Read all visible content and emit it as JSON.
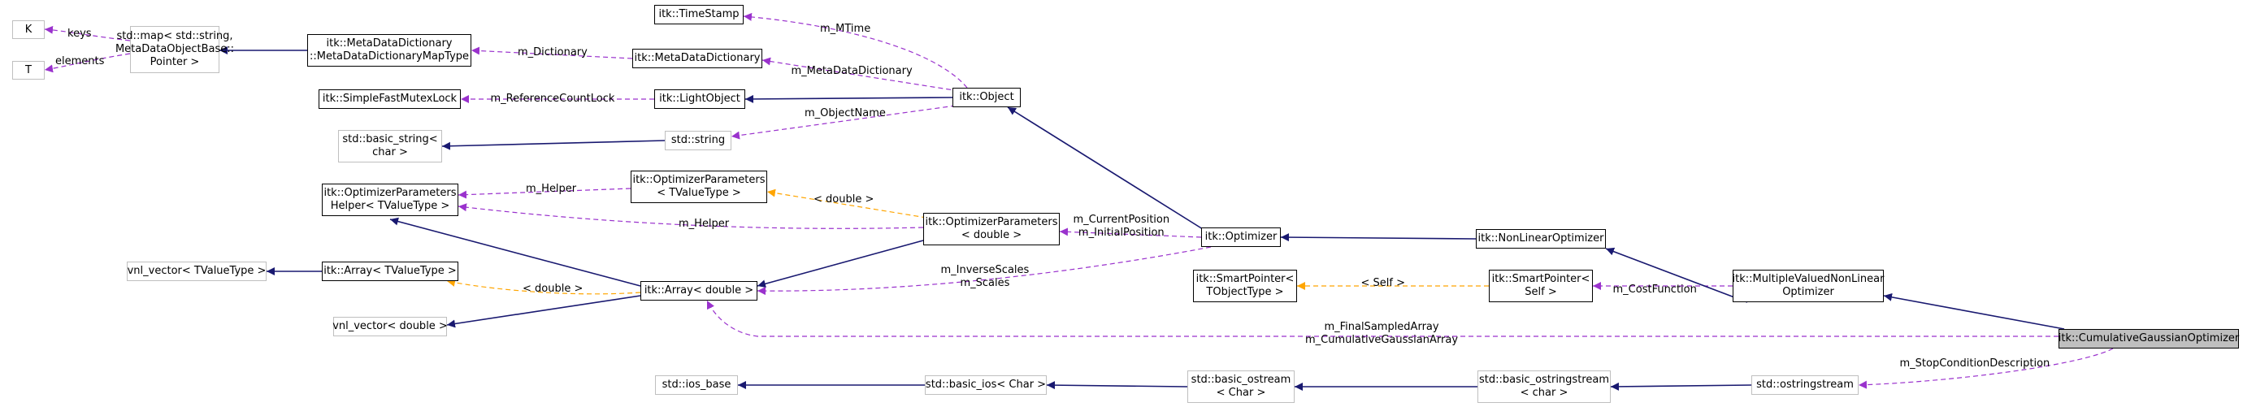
{
  "colors": {
    "inherit": "#191970",
    "usage": "#9a32cd",
    "template": "#ffa500",
    "gray_border": "#bfbfbf",
    "focus_fill": "#bfbfbf"
  },
  "nodes": [
    {
      "id": "K",
      "label": "K",
      "style": "gray"
    },
    {
      "id": "T",
      "label": "T",
      "style": "gray"
    },
    {
      "id": "stdmap",
      "label": "std::map< std::string,\nMetaDataObjectBase::\nPointer >",
      "style": "gray"
    },
    {
      "id": "mddmap",
      "label": "itk::MetaDataDictionary\n::MetaDataDictionaryMapType",
      "style": "solid"
    },
    {
      "id": "mdd",
      "label": "itk::MetaDataDictionary",
      "style": "solid"
    },
    {
      "id": "timestamp",
      "label": "itk::TimeStamp",
      "style": "solid"
    },
    {
      "id": "mutex",
      "label": "itk::SimpleFastMutexLock",
      "style": "solid"
    },
    {
      "id": "lightobject",
      "label": "itk::LightObject",
      "style": "solid"
    },
    {
      "id": "object",
      "label": "itk::Object",
      "style": "solid"
    },
    {
      "id": "basicstring",
      "label": "std::basic_string<\nchar >",
      "style": "gray"
    },
    {
      "id": "stdstring",
      "label": "std::string",
      "style": "gray"
    },
    {
      "id": "ophelper",
      "label": "itk::OptimizerParameters\nHelper< TValueType >",
      "style": "solid"
    },
    {
      "id": "optparamsT",
      "label": "itk::OptimizerParameters\n< TValueType >",
      "style": "solid"
    },
    {
      "id": "optparamsD",
      "label": "itk::OptimizerParameters\n< double >",
      "style": "solid"
    },
    {
      "id": "optimizer",
      "label": "itk::Optimizer",
      "style": "solid"
    },
    {
      "id": "nonlinear",
      "label": "itk::NonLinearOptimizer",
      "style": "solid"
    },
    {
      "id": "vnlT",
      "label": "vnl_vector< TValueType >",
      "style": "gray"
    },
    {
      "id": "arrayT",
      "label": "itk::Array< TValueType >",
      "style": "solid"
    },
    {
      "id": "arrayD",
      "label": "itk::Array< double >",
      "style": "solid"
    },
    {
      "id": "vnlD",
      "label": "vnl_vector< double >",
      "style": "gray"
    },
    {
      "id": "spT",
      "label": "itk::SmartPointer<\nTObjectType >",
      "style": "solid"
    },
    {
      "id": "spSelf",
      "label": "itk::SmartPointer<\nSelf >",
      "style": "solid"
    },
    {
      "id": "mvnl",
      "label": "itk::MultipleValuedNonLinear\nOptimizer",
      "style": "solid"
    },
    {
      "id": "cgo",
      "label": "itk::CumulativeGaussianOptimizer",
      "style": "focus"
    },
    {
      "id": "iosbase",
      "label": "std::ios_base",
      "style": "gray"
    },
    {
      "id": "basicios",
      "label": "std::basic_ios< Char >",
      "style": "gray"
    },
    {
      "id": "basicostream",
      "label": "std::basic_ostream\n< Char >",
      "style": "gray"
    },
    {
      "id": "basicostringstream",
      "label": "std::basic_ostringstream\n< char >",
      "style": "gray"
    },
    {
      "id": "ostringstream",
      "label": "std::ostringstream",
      "style": "gray"
    }
  ],
  "edge_labels": [
    {
      "id": "keys",
      "text": "keys"
    },
    {
      "id": "elements",
      "text": "elements"
    },
    {
      "id": "m_MTime",
      "text": "m_MTime"
    },
    {
      "id": "m_Dictionary",
      "text": "m_Dictionary"
    },
    {
      "id": "m_MetaDataDictionary",
      "text": "m_MetaDataDictionary"
    },
    {
      "id": "m_ReferenceCountLock",
      "text": "m_ReferenceCountLock"
    },
    {
      "id": "m_ObjectName",
      "text": "m_ObjectName"
    },
    {
      "id": "m_Helper_1",
      "text": "m_Helper"
    },
    {
      "id": "double_1",
      "text": "< double >"
    },
    {
      "id": "m_Helper_2",
      "text": "m_Helper"
    },
    {
      "id": "m_CurrentPosition",
      "text": "m_CurrentPosition\nm_InitialPosition"
    },
    {
      "id": "m_InverseScales",
      "text": "m_InverseScales\nm_Scales"
    },
    {
      "id": "double_2",
      "text": "< double >"
    },
    {
      "id": "self",
      "text": "< Self >"
    },
    {
      "id": "m_CostFunction",
      "text": "m_CostFunction"
    },
    {
      "id": "m_FinalSampledArray",
      "text": "m_FinalSampledArray\nm_CumulativeGaussianArray"
    },
    {
      "id": "m_StopConditionDescription",
      "text": "m_StopConditionDescription"
    }
  ]
}
